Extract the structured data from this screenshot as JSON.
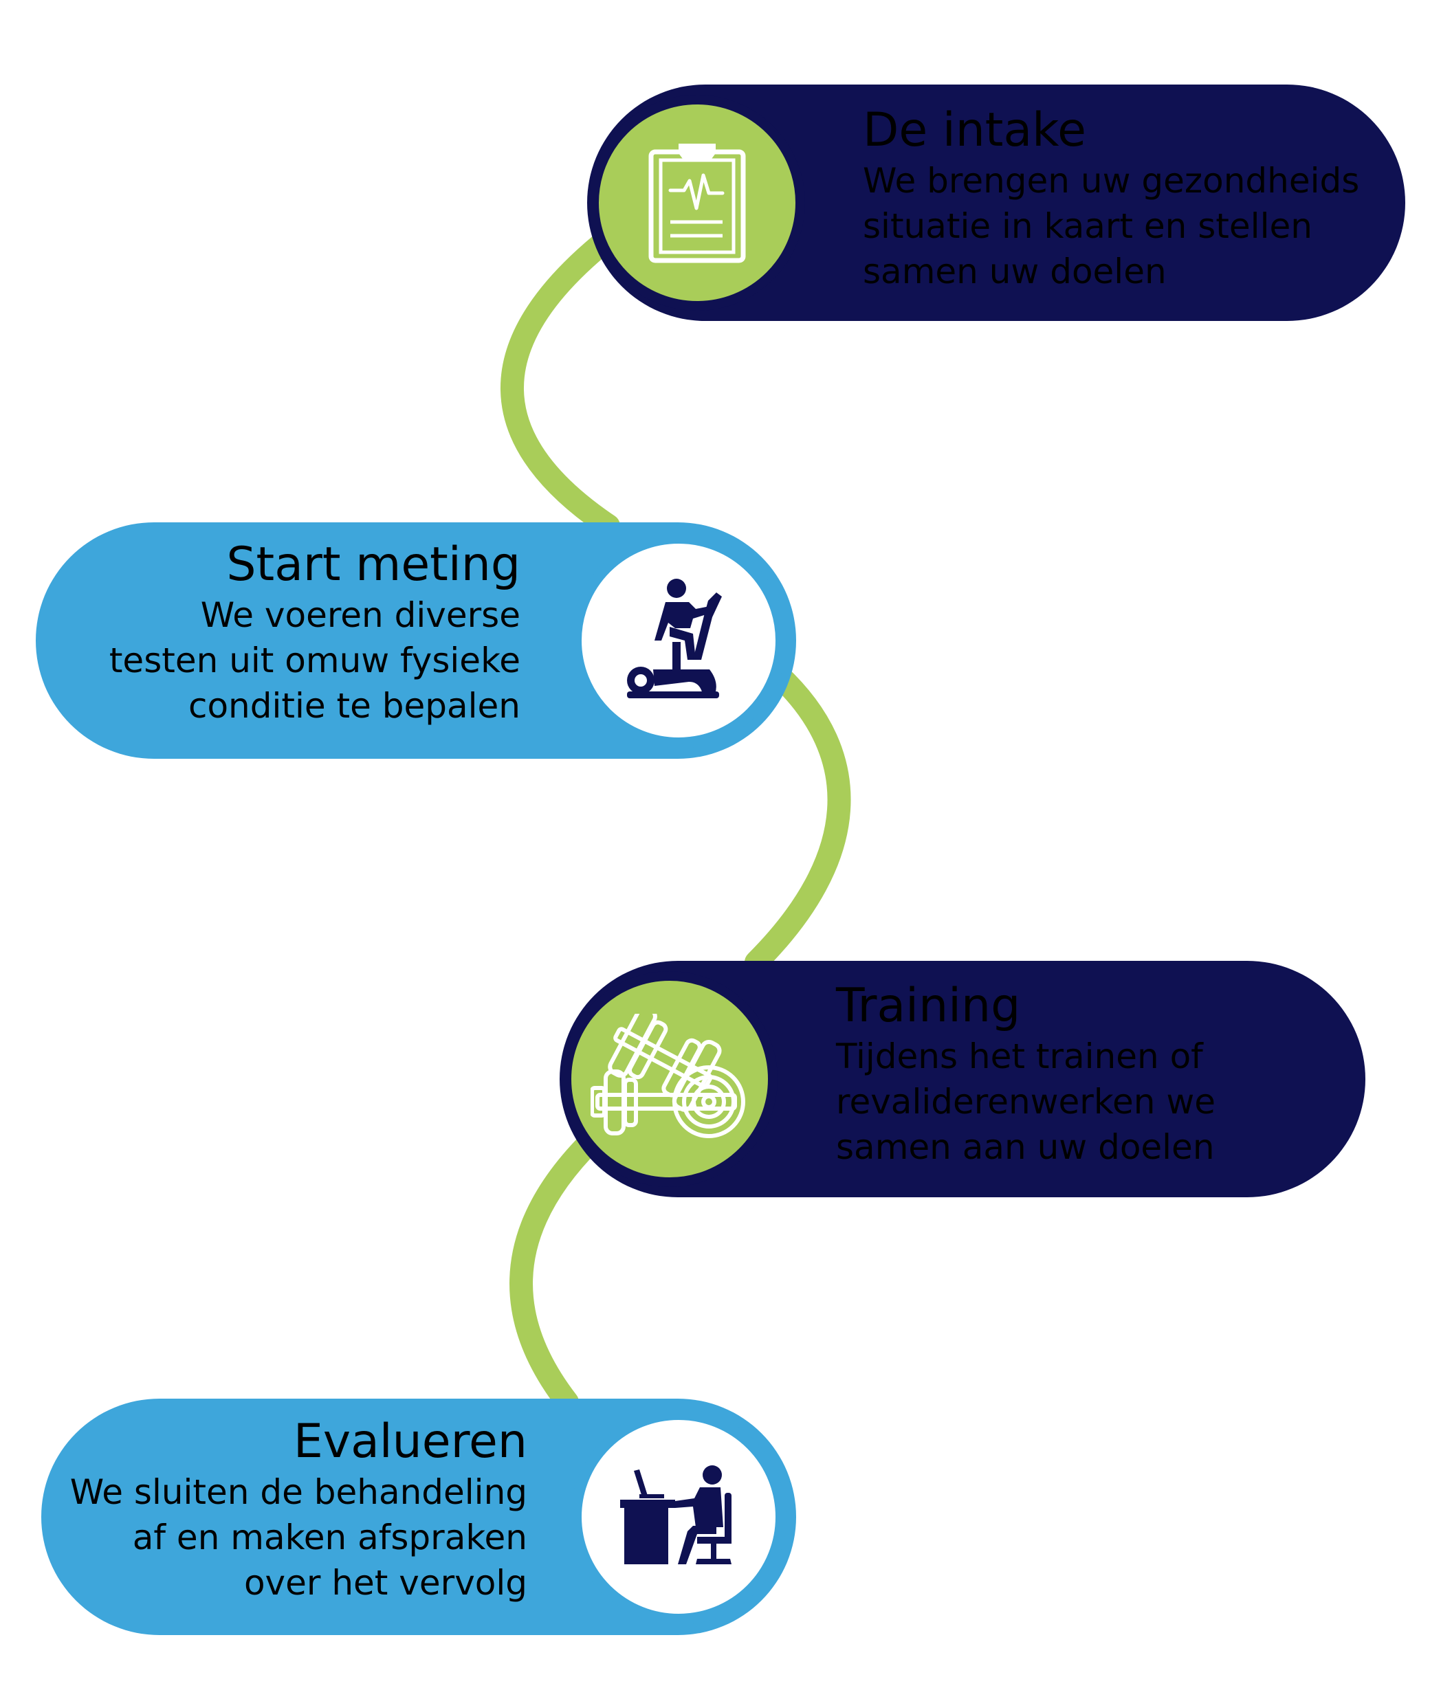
{
  "colors": {
    "dark_navy": "#0f1152",
    "light_blue": "#3ea6db",
    "lime_green": "#a9cd59",
    "white": "#ffffff"
  },
  "steps": [
    {
      "title": "De intake",
      "desc_lines": [
        "We brengen uw gezondheids",
        "situatie in kaart en stellen",
        "samen uw doelen"
      ],
      "icon": "clipboard-heartbeat-icon",
      "style": "dark"
    },
    {
      "title": "Start meting",
      "desc_lines": [
        "We voeren diverse",
        "testen uit omuw fysieke",
        "conditie te bepalen"
      ],
      "icon": "exercise-bike-icon",
      "style": "light"
    },
    {
      "title": "Training",
      "desc_lines": [
        "Tijdens het trainen of",
        "revaliderenwerken we",
        "samen aan uw doelen"
      ],
      "icon": "dumbbells-icon",
      "style": "dark"
    },
    {
      "title": "Evalueren",
      "desc_lines": [
        "We sluiten de behandeling",
        "af en maken afspraken",
        "over het vervolg"
      ],
      "icon": "person-at-desk-icon",
      "style": "light"
    }
  ]
}
